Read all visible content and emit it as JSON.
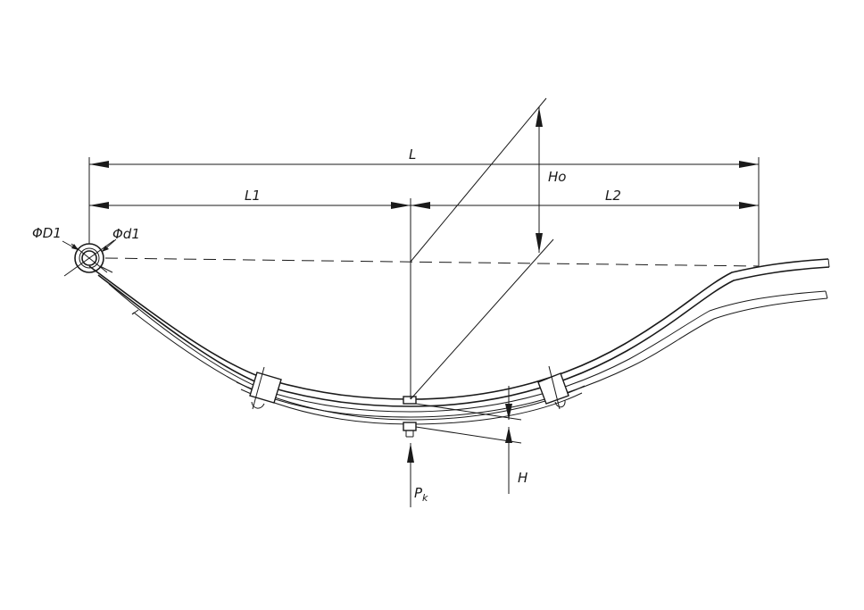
{
  "labels": {
    "overall_length": "L",
    "front_length": "L1",
    "rear_length": "L2",
    "free_height": "Ho",
    "loaded_height": "H",
    "load_symbol": "P",
    "load_subscript": "k",
    "eye_outer_diameter": "ΦD1",
    "eye_inner_diameter": "Φd1"
  },
  "colors": {
    "line": "#1a1a1a",
    "background": "#ffffff"
  }
}
